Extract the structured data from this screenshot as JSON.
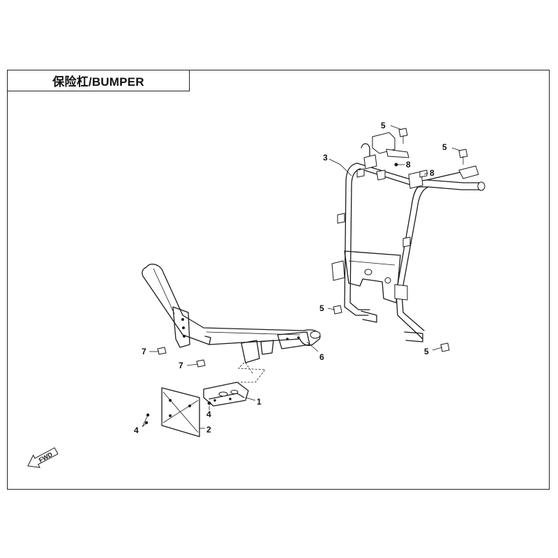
{
  "diagram": {
    "title": "保险杠/BUMPER",
    "direction_label": "FWD",
    "callouts": [
      {
        "id": "c5a",
        "label": "5"
      },
      {
        "id": "c5b",
        "label": "5"
      },
      {
        "id": "c3",
        "label": "3"
      },
      {
        "id": "c8a",
        "label": "8"
      },
      {
        "id": "c8b",
        "label": "8"
      },
      {
        "id": "c5c",
        "label": "5"
      },
      {
        "id": "c5d",
        "label": "5"
      },
      {
        "id": "c7a",
        "label": "7"
      },
      {
        "id": "c7b",
        "label": "7"
      },
      {
        "id": "c6",
        "label": "6"
      },
      {
        "id": "c1",
        "label": "1"
      },
      {
        "id": "c4a",
        "label": "4"
      },
      {
        "id": "c4b",
        "label": "4"
      },
      {
        "id": "c2",
        "label": "2"
      }
    ]
  }
}
